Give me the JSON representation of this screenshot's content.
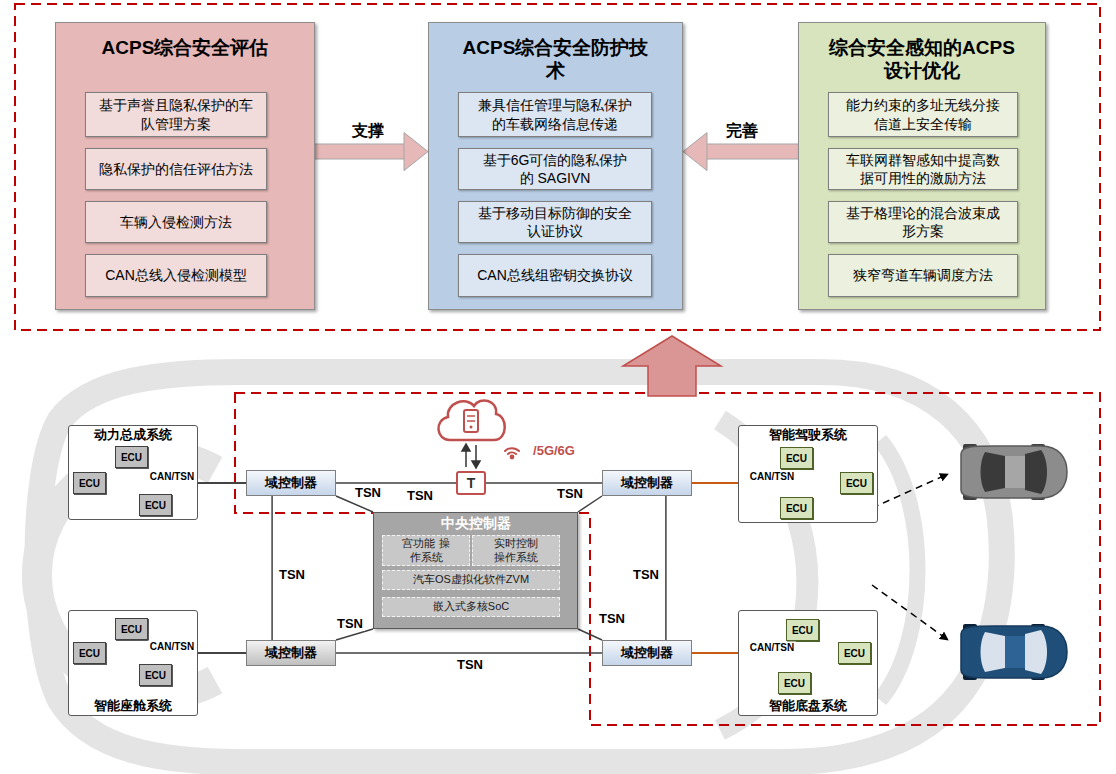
{
  "diagram": {
    "nodes": [
      {
        "text": [
          "ACPS综合安全评估"
        ]
      },
      {
        "text": [
          "基于声誉且隐私保护的车 队管理方案"
        ],
        "in": 0
      },
      {
        "text": [
          "隐私保护的信任评估方法"
        ],
        "in": 0
      },
      {
        "text": [
          "车辆入侵检测方法"
        ],
        "in": 0
      },
      {
        "text": [
          "CAN总线入侵检测模型"
        ],
        "in": 0
      },
      {
        "text": [
          "ACPS综合安全防护技术"
        ]
      },
      {
        "text": [
          "兼具信任管理与隐私保护 的车载网络信息传递"
        ],
        "in": 5
      },
      {
        "text": [
          "基于6G可信的隐私保护的 SAGIVN"
        ],
        "in": 5
      },
      {
        "text": [
          "基于移动目标防御的安全 认证协议"
        ],
        "in": 5
      },
      {
        "text": [
          "CAN总线组密钥交换协议"
        ],
        "in": 5
      },
      {
        "text": [
          "综合安全感知的ACPS 设计优化"
        ]
      },
      {
        "text": [
          "能力约束的多址无线分接 信道上安全传输"
        ],
        "in": 10
      },
      {
        "text": [
          "车联网群智感知中提高数 据可用性的激励方法"
        ],
        "in": 10
      },
      {
        "text": [
          "基于格理论的混合波束成 形方案"
        ],
        "in": 10
      },
      {
        "text": [
          "狭窄弯道车辆调度方法"
        ],
        "in": 10
      },
      {
        "text": [
          "动力总成系统"
        ]
      },
      {
        "text": [
          "ECU"
        ],
        "in": 15
      },
      {
        "text": [
          "ECU"
        ],
        "in": 15
      },
      {
        "text": [
          "ECU"
        ],
        "in": 15
      },
      {
        "text": [
          "域控制器"
        ]
      },
      {
        "text": [
          "T"
        ]
      },
      {
        "text": [
          "域控制器"
        ]
      },
      {
        "text": [
          "智能驾驶系统"
        ]
      },
      {
        "text": [
          "ECU"
        ],
        "in": 22
      },
      {
        "text": [
          "ECU"
        ],
        "in": 22
      },
      {
        "text": [
          "ECU"
        ],
        "in": 22
      },
      {
        "text": [
          "中央控制器"
        ]
      },
      {
        "text": [
          "宫功能 操作系统"
        ],
        "in": 26
      },
      {
        "text": [
          "实时控制 操作系统"
        ],
        "in": 26
      },
      {
        "text": [
          "汽车OS虚拟化软件ZVM"
        ],
        "in": 26
      },
      {
        "text": [
          "嵌入式多核SoC"
        ],
        "in": 26
      },
      {
        "text": [
          "智能座舱系统"
        ]
      },
      {
        "text": [
          "ECU"
        ],
        "in": 31
      },
      {
        "text": [
          "ECU"
        ],
        "in": 31
      },
      {
        "text": [
          "ECU"
        ],
        "in": 31
      },
      {
        "text": [
          "域控制器"
        ]
      },
      {
        "text": [
          "域控制器"
        ]
      },
      {
        "text": [
          "智能底盘系统"
        ]
      },
      {
        "text": [
          "ECU"
        ],
        "in": 37
      },
      {
        "text": [
          "ECU"
        ],
        "in": 37
      },
      {
        "text": [
          "ECU"
        ],
        "in": 37
      }
    ],
    "edges": [
      {
        "from": 0,
        "to": 5,
        "label": "支撑",
        "arrow": "to"
      },
      {
        "from": 10,
        "to": 5,
        "label": "完善",
        "arrow": "to"
      },
      {
        "from": 19,
        "to": 20,
        "label": "TSN",
        "arrow": "none"
      },
      {
        "from": 20,
        "to": 21,
        "arrow": "none"
      },
      {
        "from": 19,
        "to": 26,
        "label": "TSN",
        "arrow": "none"
      },
      {
        "from": 21,
        "to": 26,
        "label": "TSN",
        "arrow": "none"
      },
      {
        "from": 35,
        "to": 26,
        "label": "TSN",
        "arrow": "none"
      },
      {
        "from": 36,
        "to": 26,
        "label": "TSN",
        "arrow": "none"
      },
      {
        "from": 19,
        "to": 35,
        "label": "TSN",
        "arrow": "none"
      },
      {
        "from": 21,
        "to": 36,
        "label": "TSN",
        "arrow": "none"
      },
      {
        "from": 35,
        "to": 36,
        "label": "TSN",
        "arrow": "none"
      },
      {
        "from": 19,
        "to": 16,
        "arrow": "none"
      },
      {
        "from": 19,
        "to": 17,
        "label": "CAN/TSN",
        "arrow": "none"
      },
      {
        "from": 19,
        "to": 18,
        "arrow": "none"
      },
      {
        "from": 21,
        "to": 23,
        "arrow": "none"
      },
      {
        "from": 21,
        "to": 24,
        "label": "CAN/TSN",
        "arrow": "none"
      },
      {
        "from": 21,
        "to": 25,
        "arrow": "none"
      },
      {
        "from": 35,
        "to": 32,
        "arrow": "none"
      },
      {
        "from": 35,
        "to": 33,
        "label": "CAN/TSN",
        "arrow": "none"
      },
      {
        "from": 35,
        "to": 34,
        "arrow": "none"
      },
      {
        "from": 36,
        "to": 38,
        "arrow": "none"
      },
      {
        "from": 36,
        "to": 39,
        "label": "CAN/TSN",
        "arrow": "none"
      },
      {
        "from": 36,
        "to": 40,
        "arrow": "none"
      }
    ],
    "labels": [
      "/5G/6G"
    ]
  }
}
